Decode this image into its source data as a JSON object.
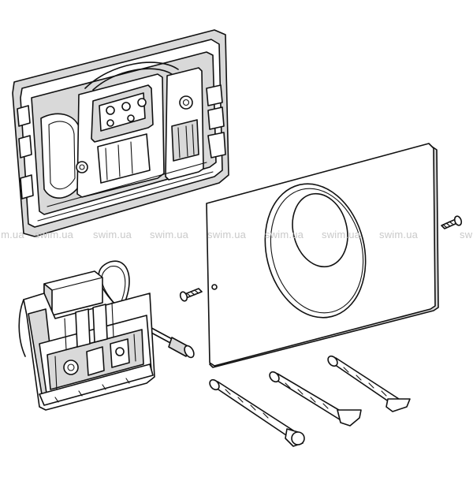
{
  "watermark": {
    "text": "swim.ua",
    "color": "#c9c9c9",
    "left_partial": "im.ua",
    "right_partial": "sw"
  },
  "parts": [
    {
      "id": "mounting-frame",
      "icon": "mounting-frame-icon"
    },
    {
      "id": "cover-plate",
      "icon": "cover-plate-icon"
    },
    {
      "id": "actuator-module",
      "icon": "actuator-module-icon"
    },
    {
      "id": "screw-left",
      "icon": "screw-icon"
    },
    {
      "id": "screw-right",
      "icon": "screw-icon"
    },
    {
      "id": "rod-front",
      "icon": "rod-icon"
    },
    {
      "id": "rod-middle",
      "icon": "rod-icon"
    },
    {
      "id": "rod-back",
      "icon": "rod-icon"
    }
  ]
}
